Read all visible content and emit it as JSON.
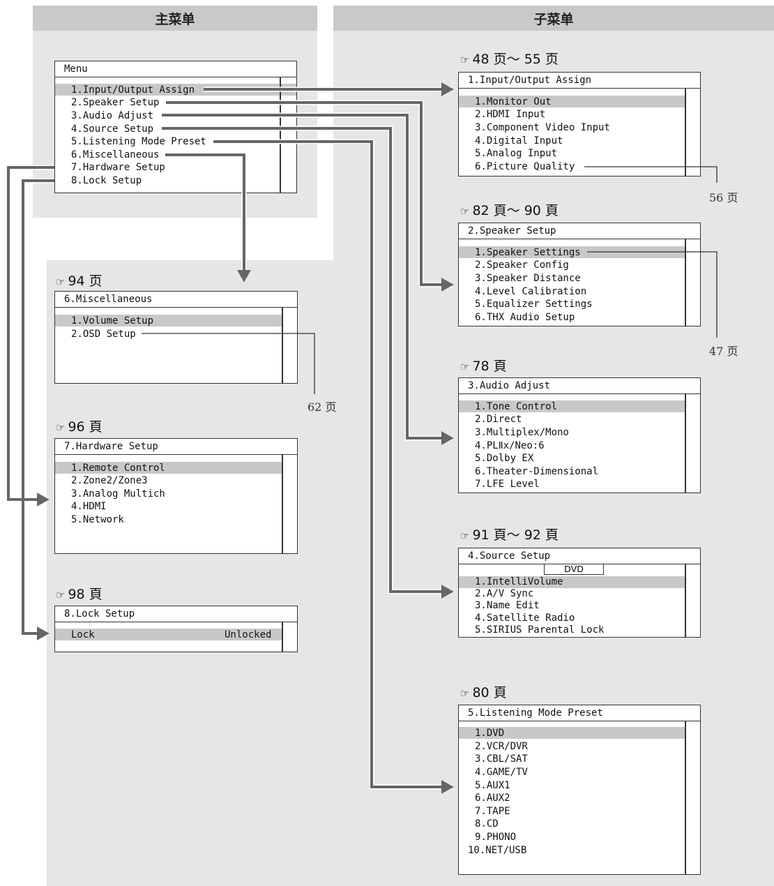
{
  "headers": {
    "main": "主菜单",
    "sub": "子菜单"
  },
  "icon": "☞",
  "main_menu": {
    "title": "Menu",
    "items": [
      "1.Input/Output Assign",
      "2.Speaker Setup",
      "3.Audio Adjust",
      "4.Source Setup",
      "5.Listening Mode Preset",
      "6.Miscellaneous",
      "7.Hardware Setup",
      "8.Lock Setup"
    ]
  },
  "input_output": {
    "ref": "48 页～ 55 页",
    "title": "1.Input/Output Assign",
    "items": [
      "1.Monitor Out",
      "2.HDMI Input",
      "3.Component Video Input",
      "4.Digital Input",
      "5.Analog Input",
      "6.Picture Quality"
    ],
    "page_note": "56 页"
  },
  "speaker_setup": {
    "ref": "82 頁～ 90 頁",
    "title": "2.Speaker Setup",
    "items": [
      "1.Speaker Settings",
      "2.Speaker Config",
      "3.Speaker Distance",
      "4.Level Calibration",
      "5.Equalizer Settings",
      "6.THX Audio Setup"
    ],
    "page_note": "47 页"
  },
  "audio_adjust": {
    "ref": "78 頁",
    "title": "3.Audio Adjust",
    "items": [
      "1.Tone Control",
      "2.Direct",
      "3.Multiplex/Mono",
      "4.PLⅡx/Neo:6",
      "5.Dolby EX",
      "6.Theater-Dimensional",
      "7.LFE Level"
    ]
  },
  "source_setup": {
    "ref": "91 頁～ 92 頁",
    "title": "4.Source Setup",
    "source_tag": "DVD",
    "items": [
      "1.IntelliVolume",
      "2.A/V Sync",
      "3.Name Edit",
      "4.Satellite Radio",
      "5.SIRIUS Parental Lock"
    ]
  },
  "listening_mode": {
    "ref": "80 頁",
    "title": "5.Listening Mode Preset",
    "items": [
      "1.DVD",
      "2.VCR/DVR",
      "3.CBL/SAT",
      "4.GAME/TV",
      "5.AUX1",
      "6.AUX2",
      "7.TAPE",
      "8.CD",
      "9.PHONO",
      "10.NET/USB"
    ]
  },
  "miscellaneous": {
    "ref": "94 页",
    "title": "6.Miscellaneous",
    "items": [
      "1.Volume Setup",
      "2.OSD Setup"
    ],
    "page_note": "62 页"
  },
  "hardware_setup": {
    "ref": "96 頁",
    "title": "7.Hardware Setup",
    "items": [
      "1.Remote Control",
      "2.Zone2/Zone3",
      "3.Analog Multich",
      "4.HDMI",
      "5.Network"
    ]
  },
  "lock_setup": {
    "ref": "98 頁",
    "title": "8.Lock Setup",
    "label": "Lock",
    "value": "Unlocked"
  }
}
